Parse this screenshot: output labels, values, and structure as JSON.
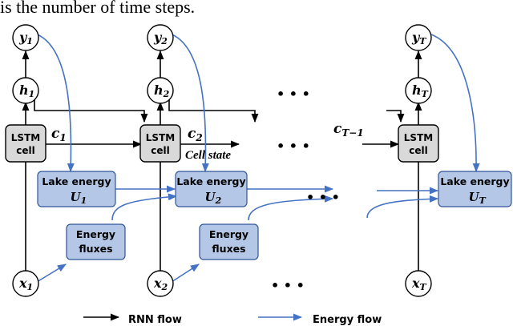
{
  "caption_fragment": "is the number of time steps.",
  "colors": {
    "rnn_flow": "#000000",
    "energy_flow": "#4472c4",
    "box_fill": "#b4c7e7",
    "box_stroke": "#2f5597",
    "cell_fill": "#d9d9d9"
  },
  "steps": [
    {
      "y": "y",
      "y_sub": "1",
      "h": "h",
      "h_sub": "1",
      "x": "x",
      "x_sub": "1",
      "cell_line1": "LSTM",
      "cell_line2": "cell",
      "c": "c",
      "c_sub": "1",
      "lake_line1": "Lake energy",
      "lake_u": "U",
      "lake_sub": "1",
      "flux_line1": "Energy",
      "flux_line2": "fluxes"
    },
    {
      "y": "y",
      "y_sub": "2",
      "h": "h",
      "h_sub": "2",
      "x": "x",
      "x_sub": "2",
      "cell_line1": "LSTM",
      "cell_line2": "cell",
      "c": "c",
      "c_sub": "2",
      "lake_line1": "Lake energy",
      "lake_u": "U",
      "lake_sub": "2",
      "flux_line1": "Energy",
      "flux_line2": "fluxes"
    },
    {
      "y": "y",
      "y_sub": "T",
      "h": "h",
      "h_sub": "T",
      "x": "x",
      "x_sub": "T",
      "cell_line1": "LSTM",
      "cell_line2": "cell",
      "c": "c",
      "c_sub": "T−1",
      "lake_line1": "Lake energy",
      "lake_u": "U",
      "lake_sub": "T"
    }
  ],
  "cell_state_label": "Cell state",
  "ellipsis": "• • •",
  "legend": {
    "rnn_label": "RNN flow",
    "energy_label": "Energy flow"
  }
}
